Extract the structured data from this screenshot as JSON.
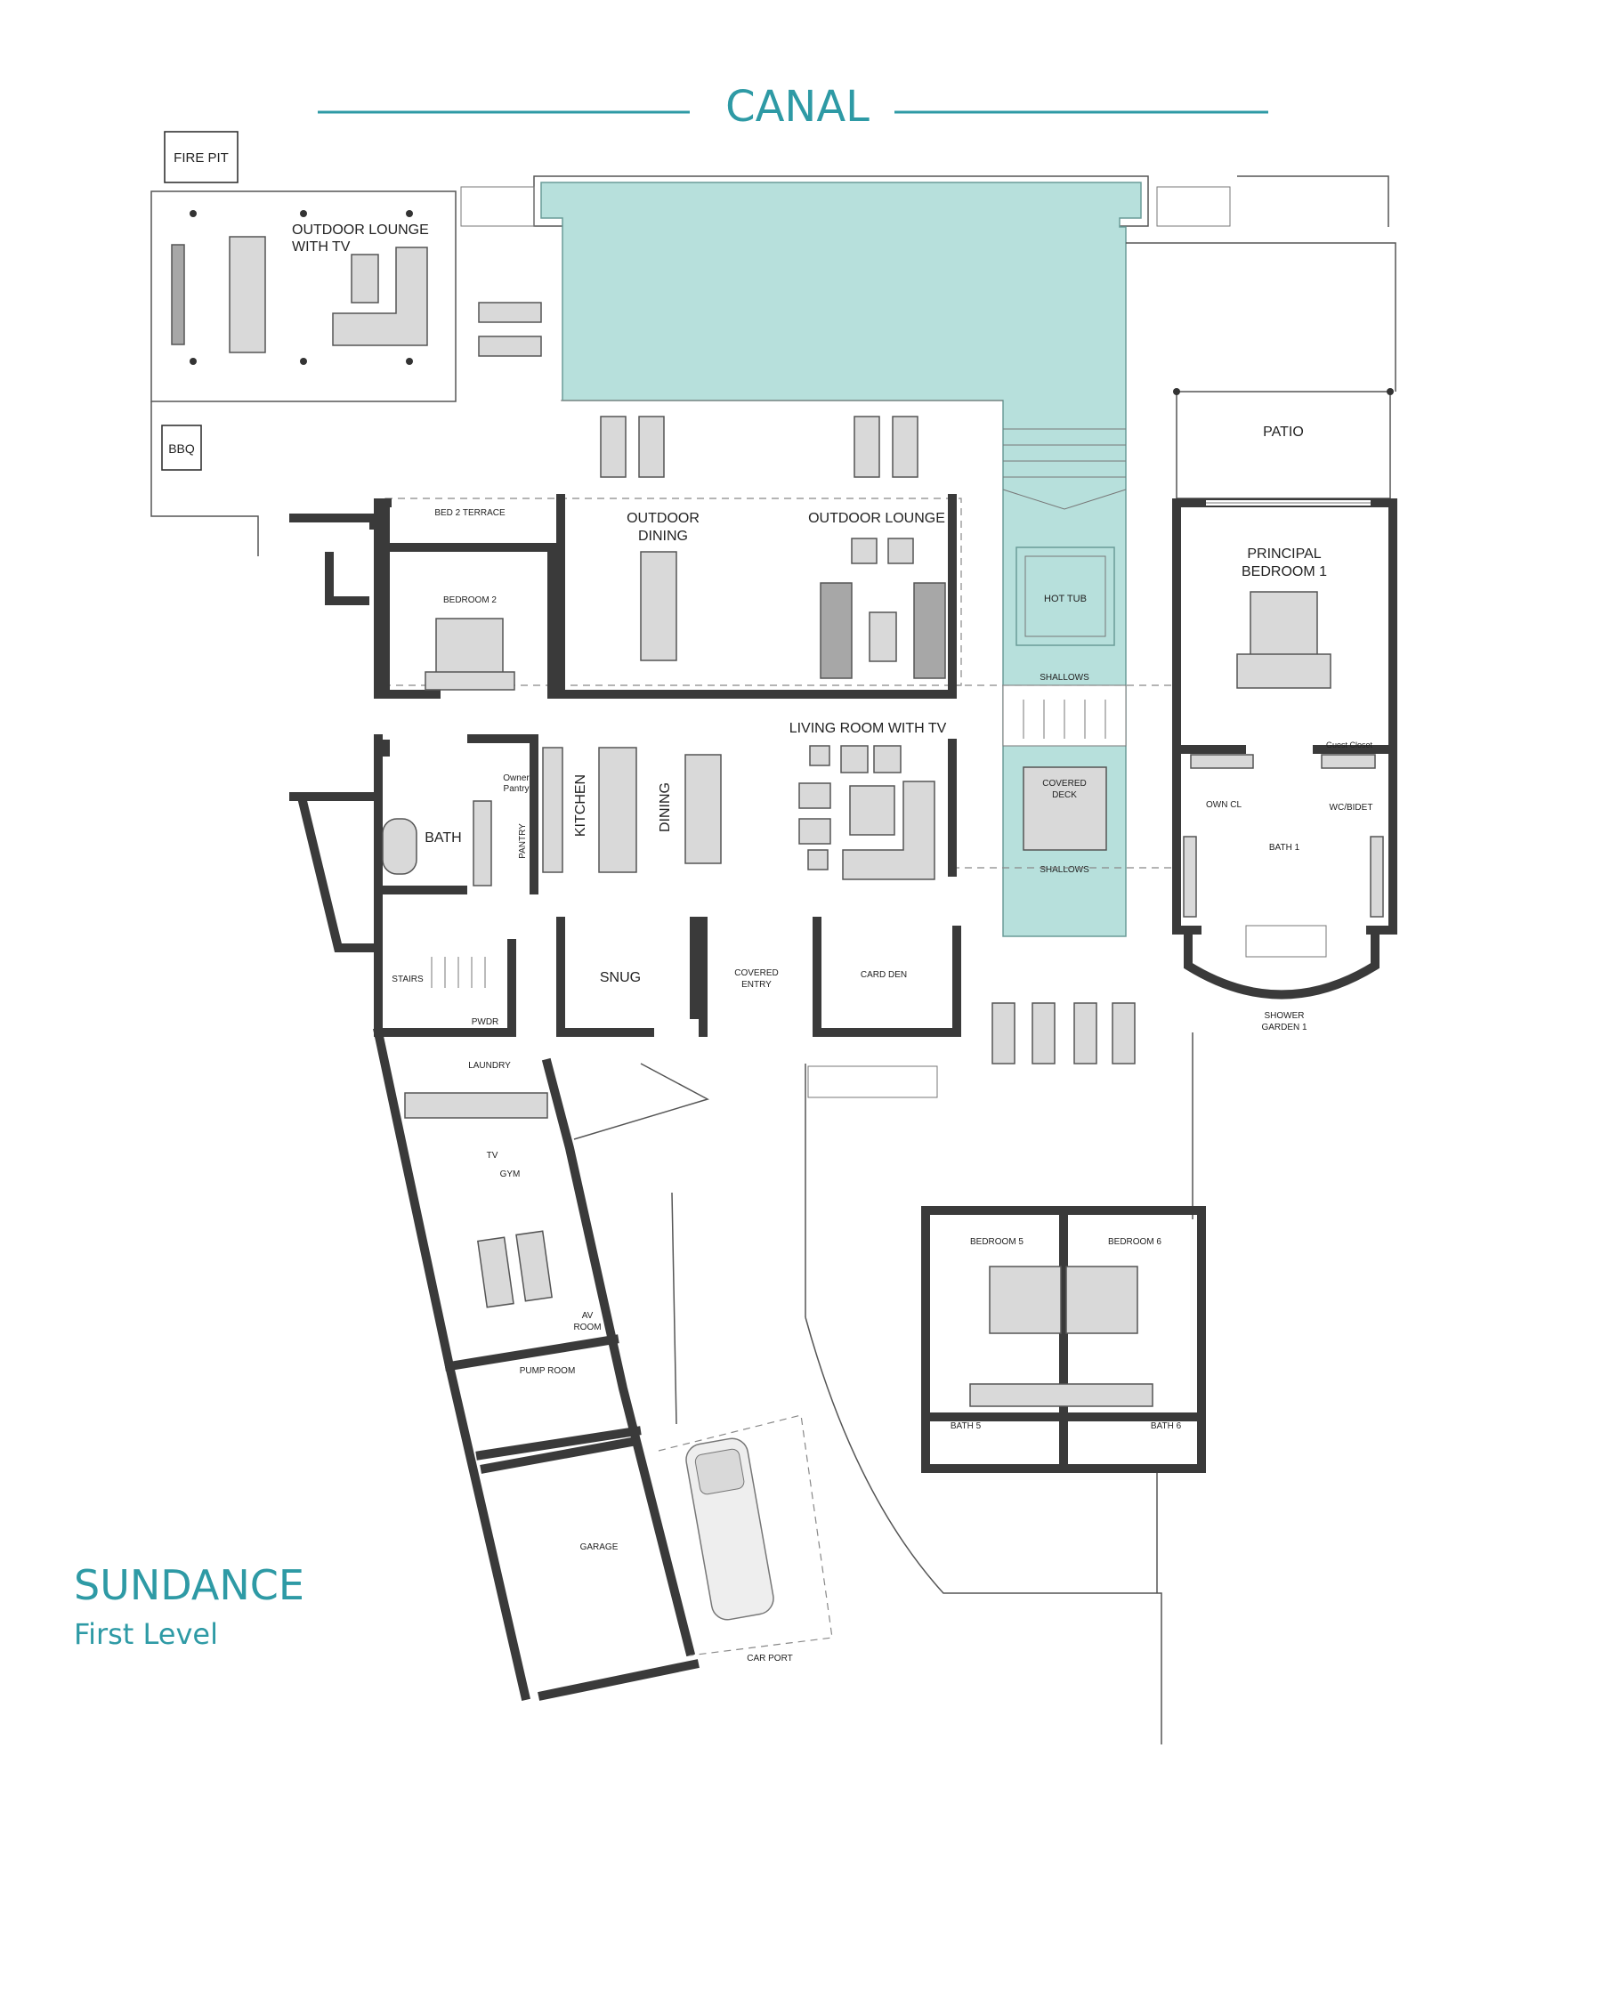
{
  "header": {
    "title": "CANAL"
  },
  "footer": {
    "property_name": "SUNDANCE",
    "level": "First Level"
  },
  "colors": {
    "accent": "#2E9AA5",
    "water": "#B7E0DC",
    "wall": "#3A3A3A",
    "furniture": "#D9D9D9"
  },
  "rooms": {
    "fire_pit": "FIRE PIT",
    "outdoor_lounge_tv_1": "OUTDOOR LOUNGE",
    "outdoor_lounge_tv_2": "WITH TV",
    "bbq": "BBQ",
    "bed2_terrace": "BED 2 TERRACE",
    "outdoor_dining_1": "OUTDOOR",
    "outdoor_dining_2": "DINING",
    "outdoor_lounge": "OUTDOOR LOUNGE",
    "patio": "PATIO",
    "hot_tub": "HOT TUB",
    "principal_bedroom_1": "PRINCIPAL",
    "principal_bedroom_2": "BEDROOM 1",
    "bedroom_2": "BEDROOM 2",
    "shallows_top": "SHALLOWS",
    "living_room": "LIVING ROOM WITH TV",
    "owner_pantry_1": "Owner",
    "owner_pantry_2": "Pantry",
    "kitchen": "KITCHEN",
    "dining": "DINING",
    "pantry": "PANTRY",
    "bath": "BATH",
    "covered_deck_1": "COVERED",
    "covered_deck_2": "DECK",
    "guest_closet": "Guest Closet",
    "own_cl": "OWN CL",
    "wc_bidet": "WC/BIDET",
    "bath_1": "BATH 1",
    "shallows_bottom": "SHALLOWS",
    "stairs": "STAIRS",
    "snug": "SNUG",
    "covered_entry_1": "COVERED",
    "covered_entry_2": "ENTRY",
    "card_den": "CARD DEN",
    "shower_garden_1": "SHOWER",
    "shower_garden_2": "GARDEN  1",
    "pwdr": "PWDR",
    "laundry": "LAUNDRY",
    "tv": "TV",
    "gym": "GYM",
    "av_room_1": "AV",
    "av_room_2": "ROOM",
    "pump_room": "PUMP ROOM",
    "bedroom_5": "BEDROOM 5",
    "bedroom_6": "BEDROOM 6",
    "bath_5": "BATH 5",
    "bath_6": "BATH 6",
    "garage": "GARAGE",
    "car_port": "CAR PORT"
  }
}
